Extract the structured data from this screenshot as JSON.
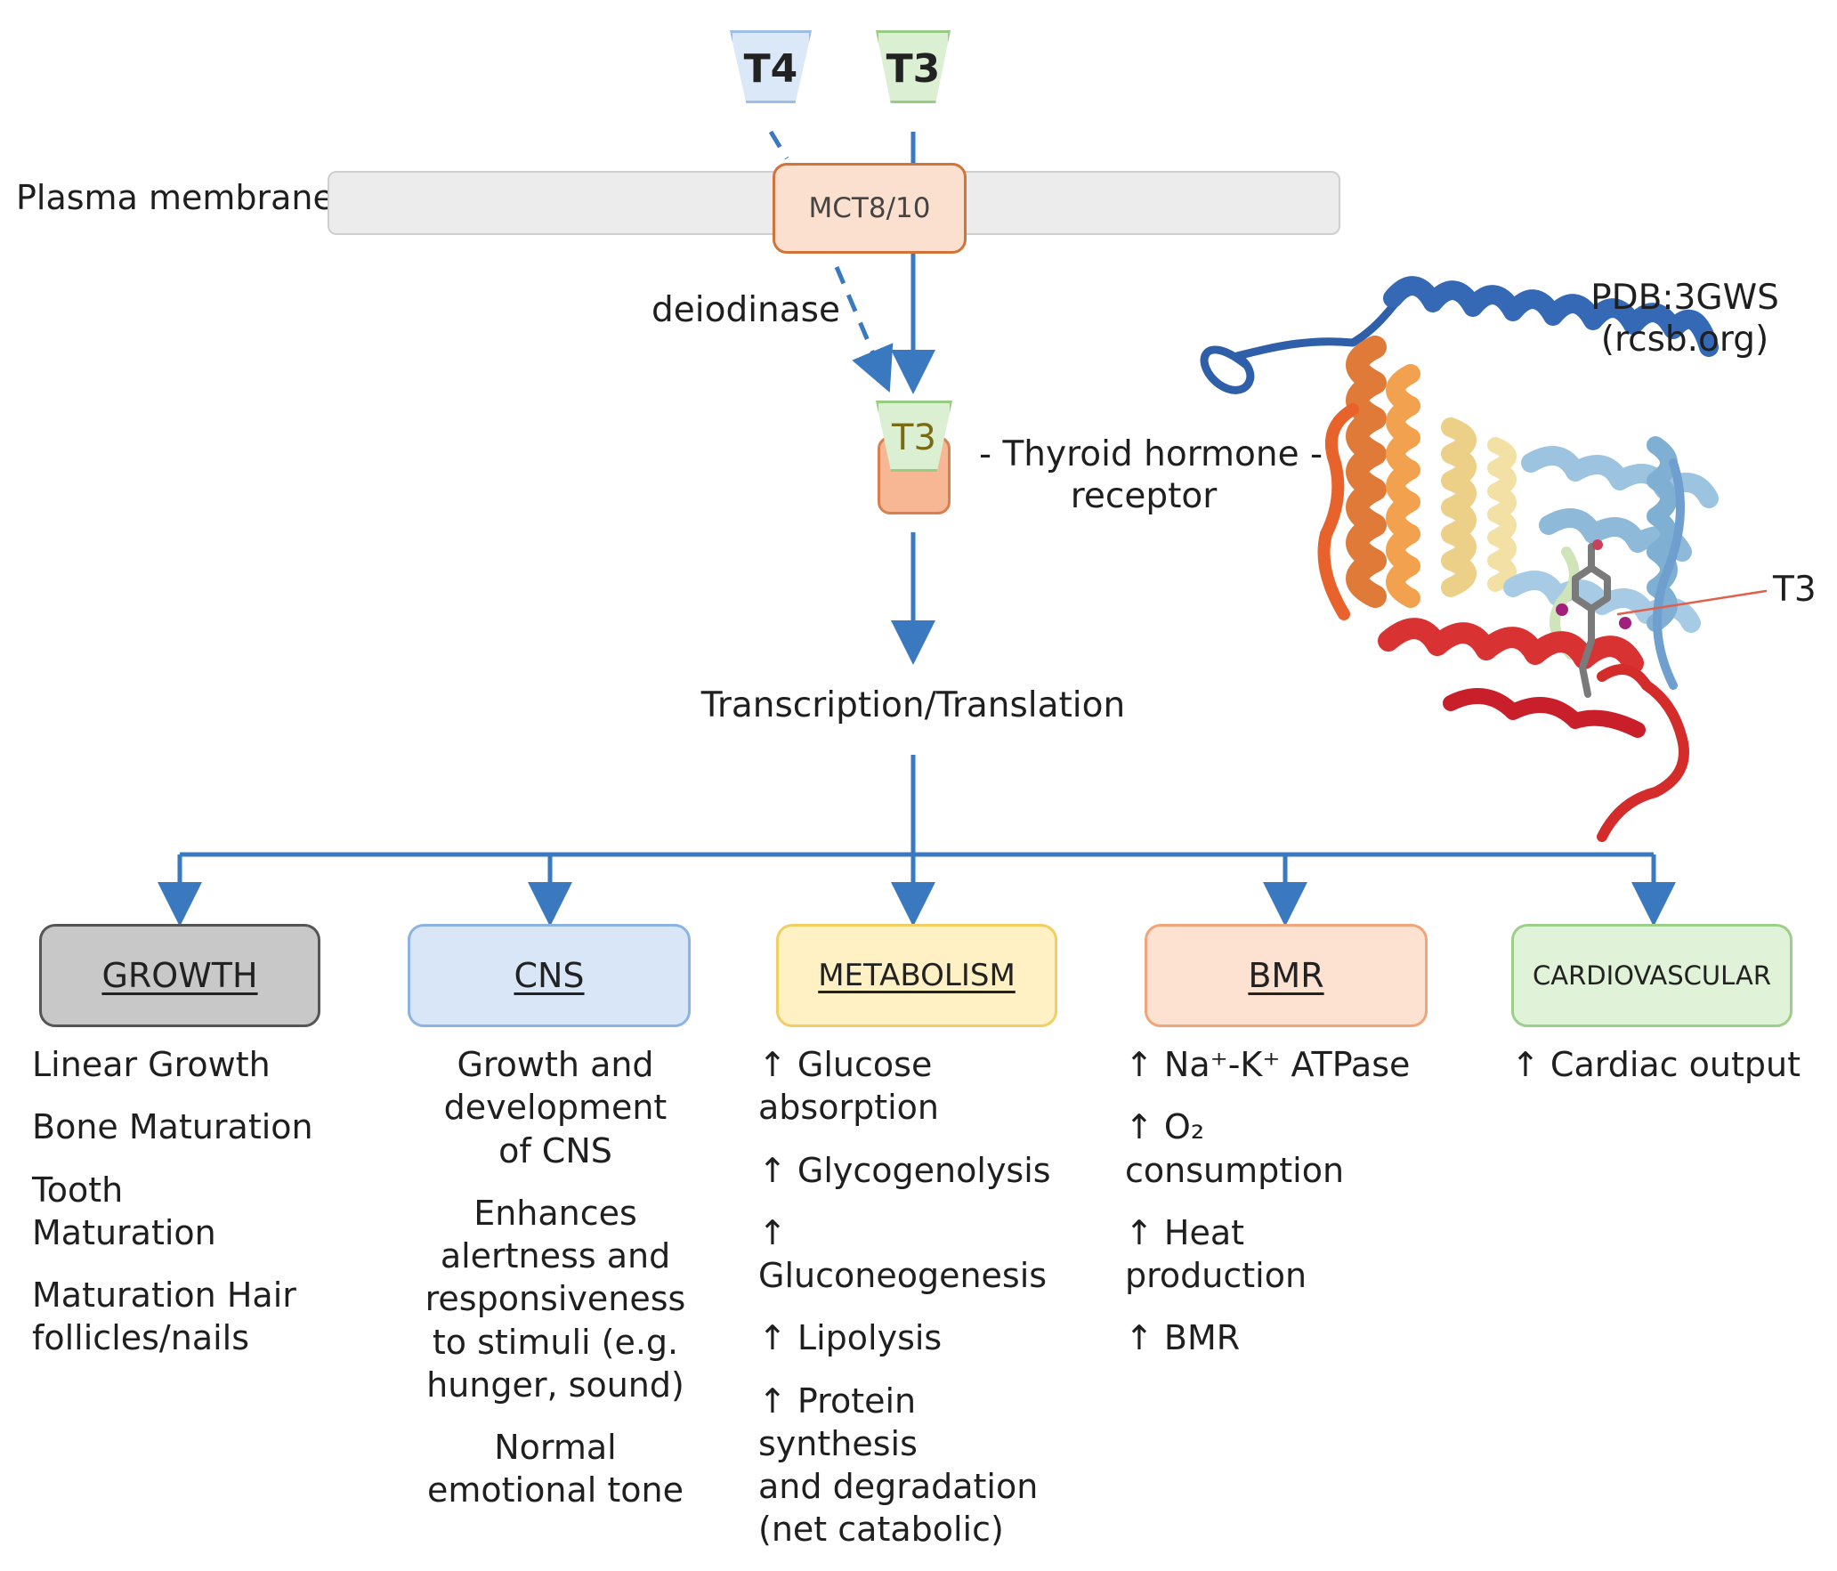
{
  "hormones": {
    "t4": "T4",
    "t3": "T3",
    "t3_bound": "T3"
  },
  "membrane": {
    "label": "Plasma membrane",
    "transporter": "MCT8/10"
  },
  "conversion": {
    "enzyme": "deiodinase"
  },
  "receptor": {
    "line1": "- Thyroid hormone -",
    "line2": "receptor"
  },
  "structure": {
    "pdb_id": "PDB:3GWS",
    "source": "(rcsb.org)",
    "ligand_label": "T3"
  },
  "process": {
    "label": "Transcription/Translation"
  },
  "colors": {
    "arrow": "#3a78bf",
    "t4_fill": "#dae8f8",
    "t3_fill": "#dbf0d2",
    "growth": "#c8c8c8",
    "cns": "#d9e6f7",
    "metabolism": "#fff1c4",
    "bmr": "#fde1d1",
    "cardio": "#e0f2d8"
  },
  "categories": [
    {
      "title": "GROWTH",
      "items": [
        "Linear Growth",
        "Bone Maturation",
        "Tooth\nMaturation",
        "Maturation Hair\nfollicles/nails"
      ]
    },
    {
      "title": "CNS",
      "items": [
        "Growth and\ndevelopment\nof CNS",
        "Enhances\nalertness and\nresponsiveness\nto stimuli (e.g.\nhunger, sound)",
        "Normal\nemotional tone"
      ]
    },
    {
      "title": "METABOLISM",
      "items": [
        "↑ Glucose\nabsorption",
        "↑ Glycogenolysis",
        "↑ Gluconeogenesis",
        "↑ Lipolysis",
        "↑ Protein synthesis\nand degradation\n(net catabolic)"
      ]
    },
    {
      "title": "BMR",
      "items": [
        "↑ Na⁺-K⁺ ATPase",
        "↑ O₂ consumption",
        "↑ Heat production",
        "↑ BMR"
      ]
    },
    {
      "title": "CARDIOVASCULAR",
      "items": [
        "↑ Cardiac output"
      ]
    }
  ]
}
